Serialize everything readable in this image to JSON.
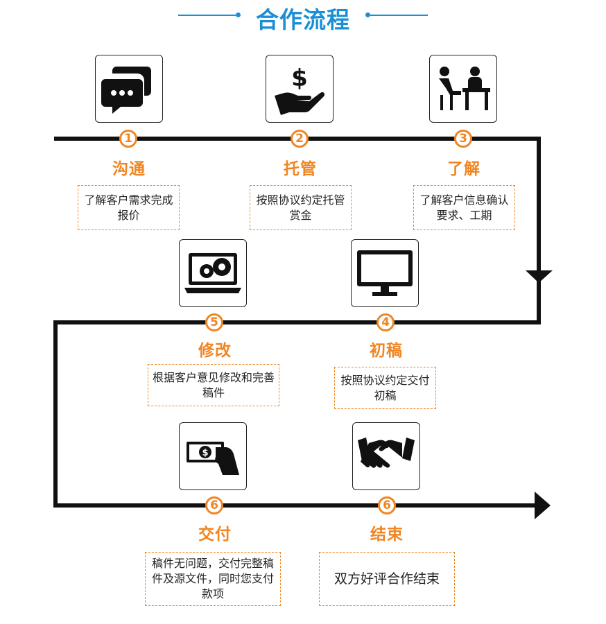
{
  "title": "合作流程",
  "accent_color": "#f08521",
  "title_color": "#1a8fd6",
  "steps": [
    {
      "number": "1",
      "title": "沟通",
      "desc": "了解客户需求完成报价",
      "icon": "chat-bubbles-icon"
    },
    {
      "number": "2",
      "title": "托管",
      "desc": "按照协议约定托管赏金",
      "icon": "money-hand-icon"
    },
    {
      "number": "3",
      "title": "了解",
      "desc": "了解客户信息确认要求、工期",
      "icon": "meeting-desk-icon"
    },
    {
      "number": "4",
      "title": "初稿",
      "desc": "按照协议约定交付初稿",
      "icon": "monitor-icon"
    },
    {
      "number": "5",
      "title": "修改",
      "desc": "根据客户意见修改和完善稿件",
      "icon": "laptop-gears-icon"
    },
    {
      "number": "6",
      "title": "交付",
      "desc": "稿件无问题，交付完整稿件及源文件，同时您支付款项",
      "icon": "cash-payment-icon"
    },
    {
      "number": "6",
      "title": "结束",
      "desc": "双方好评合作结束",
      "icon": "handshake-icon"
    }
  ]
}
